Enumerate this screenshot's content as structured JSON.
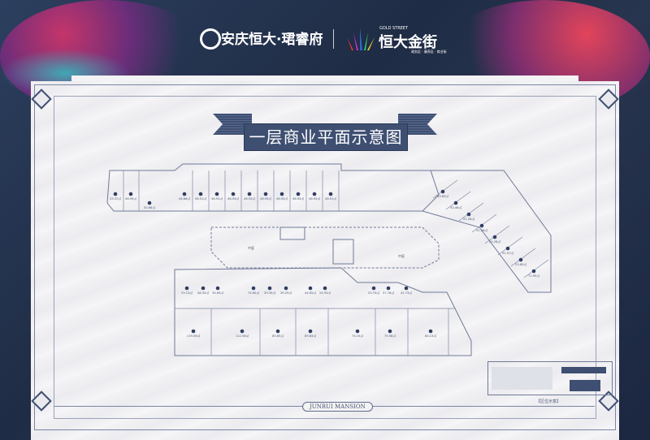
{
  "header": {
    "project_logo": "安庆恒大·珺睿府",
    "brand_logo_en": "GOLD STREET",
    "brand_logo": "恒大金街",
    "brand_tagline": "政务区 · 廉养区 · 商业街"
  },
  "title": "一层商业平面示意图",
  "footer_label": "JUNRUI MANSION",
  "key_plan_label": "【区位示意】",
  "colors": {
    "accent": "#3e4f72",
    "plan_line": "#6f7b98",
    "paper": "#f3f2f4"
  },
  "plan": {
    "atrium_labels": [
      "中庭",
      "中庭"
    ],
    "top_units": [
      "33.37㎡",
      "46.99㎡",
      "46.66㎡",
      "46.51㎡",
      "46.93㎡",
      "46.93㎡",
      "46.93㎡",
      "46.93㎡",
      "46.93㎡",
      "46.93㎡",
      "46.93㎡",
      "46.91㎡"
    ],
    "stair_unit": "50.66㎡",
    "wing_units": [
      "63.63㎡",
      "43.46㎡",
      "51.26㎡",
      "51.26㎡",
      "51.26㎡",
      "52.97㎡",
      "23.63㎡",
      "71.95㎡"
    ],
    "lower_front_units": [
      "29.13㎡",
      "48.33㎡",
      "34.69㎡",
      "74.60㎡",
      "39.35㎡",
      "39.29㎡",
      "44.65㎡",
      "24.93㎡",
      "53.74㎡",
      "37.78㎡",
      "42.73㎡"
    ],
    "lower_back_units": [
      "119.56㎡",
      "112.56㎡",
      "85.65㎡",
      "89.83㎡",
      "74.15㎡",
      "75.58㎡",
      "84.13㎡"
    ]
  }
}
